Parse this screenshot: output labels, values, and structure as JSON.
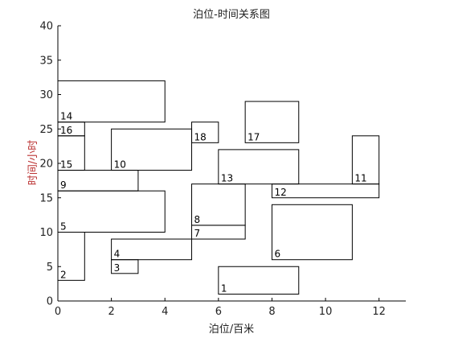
{
  "chart_data": {
    "type": "rectangles",
    "title": "泊位-时间关系图",
    "xlabel": "泊位/百米",
    "ylabel": "时间/小时",
    "xlim": [
      0,
      13
    ],
    "ylim": [
      0,
      40
    ],
    "xticks": [
      0,
      2,
      4,
      6,
      8,
      10,
      12
    ],
    "yticks": [
      0,
      5,
      10,
      15,
      20,
      25,
      30,
      35,
      40
    ],
    "grid": false,
    "rects": [
      {
        "id": "1",
        "x0": 6,
        "x1": 9,
        "y0": 1,
        "y1": 5
      },
      {
        "id": "2",
        "x0": 0,
        "x1": 1,
        "y0": 3,
        "y1": 10
      },
      {
        "id": "3",
        "x0": 2,
        "x1": 3,
        "y0": 4,
        "y1": 6
      },
      {
        "id": "4",
        "x0": 2,
        "x1": 5,
        "y0": 6,
        "y1": 9
      },
      {
        "id": "5",
        "x0": 0,
        "x1": 4,
        "y0": 10,
        "y1": 16
      },
      {
        "id": "6",
        "x0": 8,
        "x1": 11,
        "y0": 6,
        "y1": 14
      },
      {
        "id": "7",
        "x0": 5,
        "x1": 7,
        "y0": 9,
        "y1": 11
      },
      {
        "id": "8",
        "x0": 5,
        "x1": 7,
        "y0": 11,
        "y1": 17
      },
      {
        "id": "9",
        "x0": 0,
        "x1": 3,
        "y0": 16,
        "y1": 19
      },
      {
        "id": "10",
        "x0": 2,
        "x1": 5,
        "y0": 19,
        "y1": 25
      },
      {
        "id": "11",
        "x0": 11,
        "x1": 12,
        "y0": 17,
        "y1": 24
      },
      {
        "id": "12",
        "x0": 8,
        "x1": 12,
        "y0": 15,
        "y1": 17
      },
      {
        "id": "13",
        "x0": 6,
        "x1": 9,
        "y0": 17,
        "y1": 22
      },
      {
        "id": "14",
        "x0": 0,
        "x1": 4,
        "y0": 26,
        "y1": 32
      },
      {
        "id": "15",
        "x0": 0,
        "x1": 1,
        "y0": 19,
        "y1": 24
      },
      {
        "id": "16",
        "x0": 0,
        "x1": 1,
        "y0": 24,
        "y1": 26
      },
      {
        "id": "17",
        "x0": 7,
        "x1": 9,
        "y0": 23,
        "y1": 29
      },
      {
        "id": "18",
        "x0": 5,
        "x1": 6,
        "y0": 23,
        "y1": 26
      }
    ]
  }
}
